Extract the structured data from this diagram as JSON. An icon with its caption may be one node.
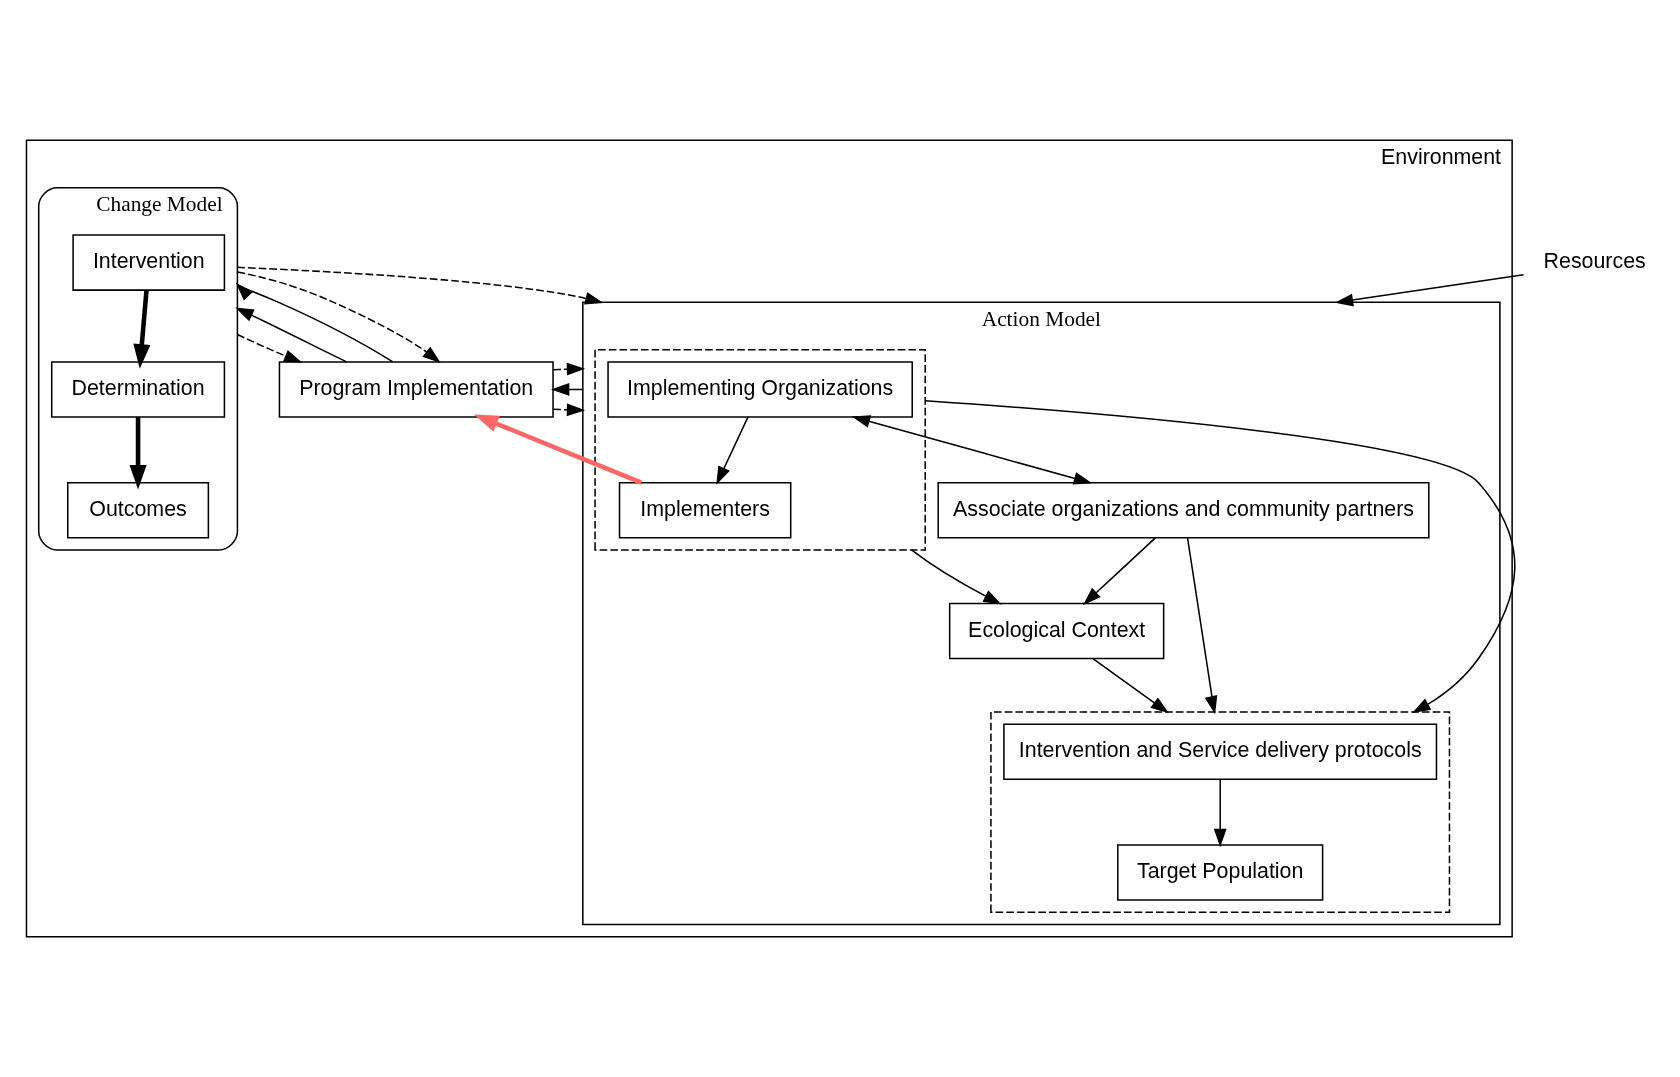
{
  "diagram": {
    "nodes": [
      {
        "text": [
          "Environment"
        ]
      },
      {
        "text": [
          "Action Model"
        ],
        "in": 0
      },
      {
        "text": [],
        "shape": "box",
        "in": 1
      },
      {
        "text": [
          "Implementing Organizations"
        ],
        "in": 2
      },
      {
        "text": [
          "Implementers"
        ],
        "in": 2
      },
      {
        "text": [
          "Associate organizations and community partners"
        ],
        "in": 1
      },
      {
        "text": [
          "Ecological Context"
        ],
        "in": 1
      },
      {
        "text": [],
        "shape": "box",
        "in": 1
      },
      {
        "text": [
          "Intervention and Service delivery protocols"
        ],
        "in": 7
      },
      {
        "text": [
          "Target Population"
        ],
        "in": 7
      },
      {
        "text": [
          "Program Implementation"
        ],
        "in": 0
      },
      {
        "text": [
          "Change Model"
        ],
        "in": 0
      },
      {
        "text": [
          "Intervention"
        ],
        "in": 11
      },
      {
        "text": [
          "Determination"
        ],
        "in": 11
      },
      {
        "text": [
          "Outcomes"
        ],
        "in": 11
      },
      {
        "text": [
          "Resources"
        ]
      }
    ],
    "edges": [
      {
        "from": 15,
        "to": 1,
        "arrow": "to"
      },
      {
        "from": 3,
        "to": 5,
        "arrow": "both"
      },
      {
        "from": 5,
        "to": 7,
        "arrow": "to"
      },
      {
        "from": 5,
        "to": 6,
        "arrow": "to"
      },
      {
        "from": 2,
        "to": 6,
        "arrow": "to"
      },
      {
        "from": 6,
        "to": 7,
        "arrow": "to"
      },
      {
        "from": 3,
        "to": 4,
        "arrow": "to"
      },
      {
        "from": 2,
        "to": 7,
        "arrow": "to"
      },
      {
        "from": 8,
        "to": 9,
        "arrow": "to"
      },
      {
        "from": 1,
        "to": 10,
        "arrow": "to"
      },
      {
        "from": 10,
        "to": 1,
        "arrow": "to",
        "style": "dashed"
      },
      {
        "from": 10,
        "to": 11,
        "arrow": "to"
      },
      {
        "from": 10,
        "to": 11,
        "arrow": "to"
      },
      {
        "from": 11,
        "to": 10,
        "arrow": "to",
        "style": "dashed"
      },
      {
        "from": 12,
        "to": 13,
        "arrow": "to",
        "style": "thick"
      },
      {
        "from": 13,
        "to": 14,
        "arrow": "to",
        "style": "thick"
      },
      {
        "from": 11,
        "to": 1,
        "arrow": "to",
        "style": "dashed"
      },
      {
        "from": 10,
        "to": 1,
        "arrow": "to",
        "style": "dashed"
      },
      {
        "from": 11,
        "to": 10,
        "arrow": "to",
        "style": "dashed"
      },
      {
        "from": 4,
        "to": 10,
        "arrow": "to",
        "style": "thick",
        "color": "#ff6666"
      }
    ]
  }
}
